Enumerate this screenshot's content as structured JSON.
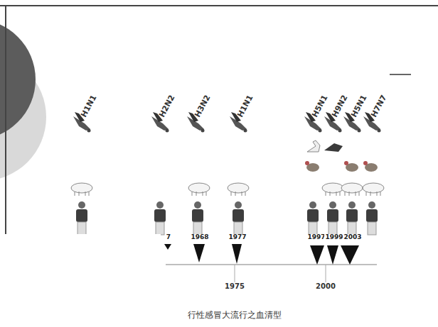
{
  "diagram": {
    "caption": "行性感冒大流行之血清型",
    "labels": [
      "H1N1",
      "H2N2",
      "H3N2",
      "H1N1",
      "H5N1",
      "H9N2",
      "H5N1",
      "H7N7",
      "7",
      "1968",
      "1977",
      "1997",
      "1999",
      "2003",
      "1975",
      "2000"
    ]
  }
}
